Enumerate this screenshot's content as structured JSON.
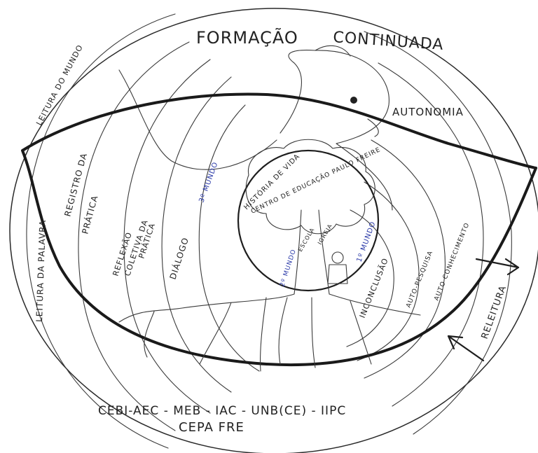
{
  "labels": {
    "formacao": "FORMAÇÃO",
    "continuada": "CONTINUADA",
    "leitura_do_mundo": "LEITURA DO MUNDO",
    "leitura_da_palavra": "LEITURA DA PALAVRA",
    "registro_da": "REGISTRO DA",
    "pratica": "PRÁTICA",
    "reflexao": "REFLEXÃO",
    "coletiva_da": "COLETIVA DA",
    "pratica2": "PRÁTICA",
    "dialogo": "DIÁLOGO",
    "terceiro_mundo": "3º MUNDO",
    "autonomia": "AUTONOMIA",
    "historia_de_vida": "HISTÓRIA DE VIDA",
    "centro_educacao": "CENTRO DE EDUCAÇÃO PAULO FREIRE",
    "escola": "ESCOLA",
    "igreja": "IGREJA",
    "segundo_mundo": "2º MUNDO",
    "primeiro_mundo": "1º MUNDO",
    "inconclusao": "INCONCLUSÃO",
    "auto_pesquisa": "AUTO-PESQUISA",
    "auto_conhecimento": "AUTO CONHECIMENTO",
    "releitura": "RELEITURA",
    "partners": "CEBI-AEC - MEB - IAC - UNB(CE) - IIPC",
    "cepa": "CEPA FRE"
  }
}
